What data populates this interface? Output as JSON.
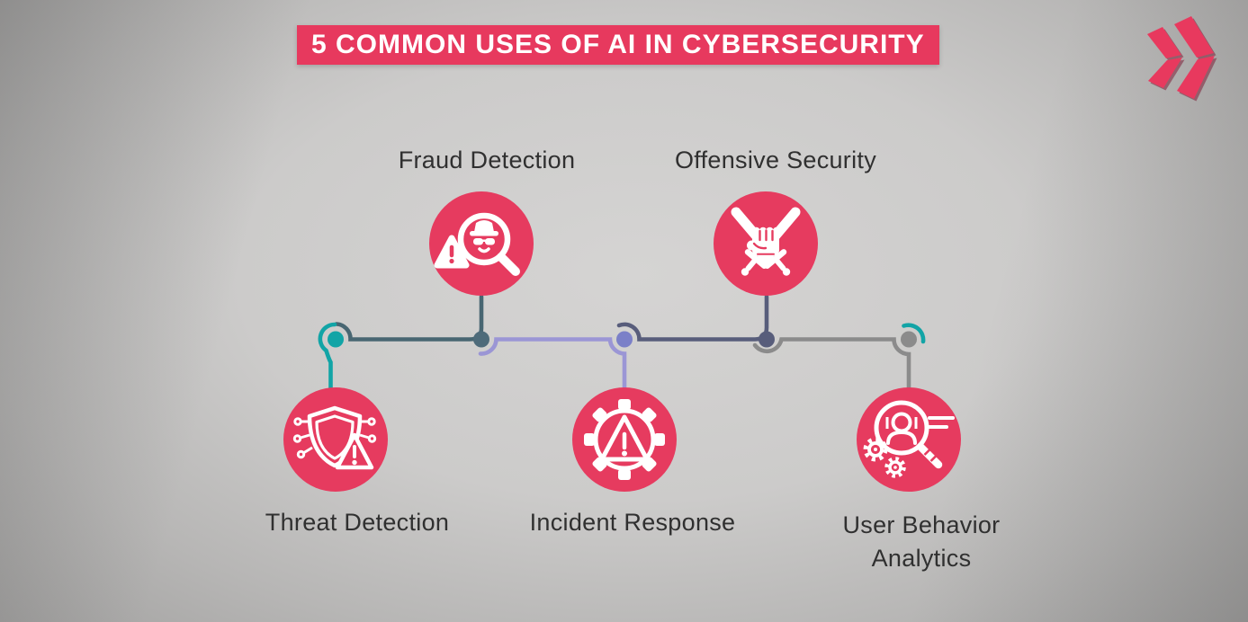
{
  "title": {
    "text": "5 COMMON USES OF AI IN CYBERSECURITY"
  },
  "logo": {
    "icon": "double-chevron-logo",
    "color": "#E8395E"
  },
  "items": [
    {
      "id": "fraud-detection",
      "label": "Fraud Detection",
      "icon": "spy-magnifier-warning-icon",
      "row": "top"
    },
    {
      "id": "offensive-security",
      "label": "Offensive Security",
      "icon": "crossed-swords-fist-icon",
      "row": "top"
    },
    {
      "id": "threat-detection",
      "label": "Threat Detection",
      "icon": "shield-circuit-warning-icon",
      "row": "bottom"
    },
    {
      "id": "incident-response",
      "label": "Incident Response",
      "icon": "gear-warning-icon",
      "row": "bottom"
    },
    {
      "id": "user-behavior-analytics",
      "label": "User Behavior Analytics",
      "icon": "user-magnifier-gears-icon",
      "row": "bottom"
    }
  ],
  "timeline": {
    "nodes": [
      {
        "name": "node-threat",
        "color": "#12A4A6"
      },
      {
        "name": "node-fraud",
        "color": "#4E6B7A"
      },
      {
        "name": "node-incident",
        "color": "#7B80C8"
      },
      {
        "name": "node-offensive",
        "color": "#585D7B"
      },
      {
        "name": "node-user",
        "color": "#8B8B8B"
      }
    ],
    "segments": [
      {
        "name": "threat-branch",
        "color": "#12A4A6"
      },
      {
        "name": "node1-to-fraud",
        "color": "#486672"
      },
      {
        "name": "fraud-to-incident",
        "color": "#9B96D5"
      },
      {
        "name": "incident-to-offensive",
        "color": "#585D7B"
      },
      {
        "name": "offensive-to-user",
        "color": "#8B8B8B"
      },
      {
        "name": "end-accent",
        "color": "#12A4A6"
      }
    ]
  },
  "colors": {
    "accent_pink": "#E63B5F",
    "banner_bg": "#E7395E",
    "banner_text": "#FFFFFF",
    "icon_white": "#FFFFFF",
    "label_text": "#303030",
    "background_gray": "#C7C6C5"
  }
}
